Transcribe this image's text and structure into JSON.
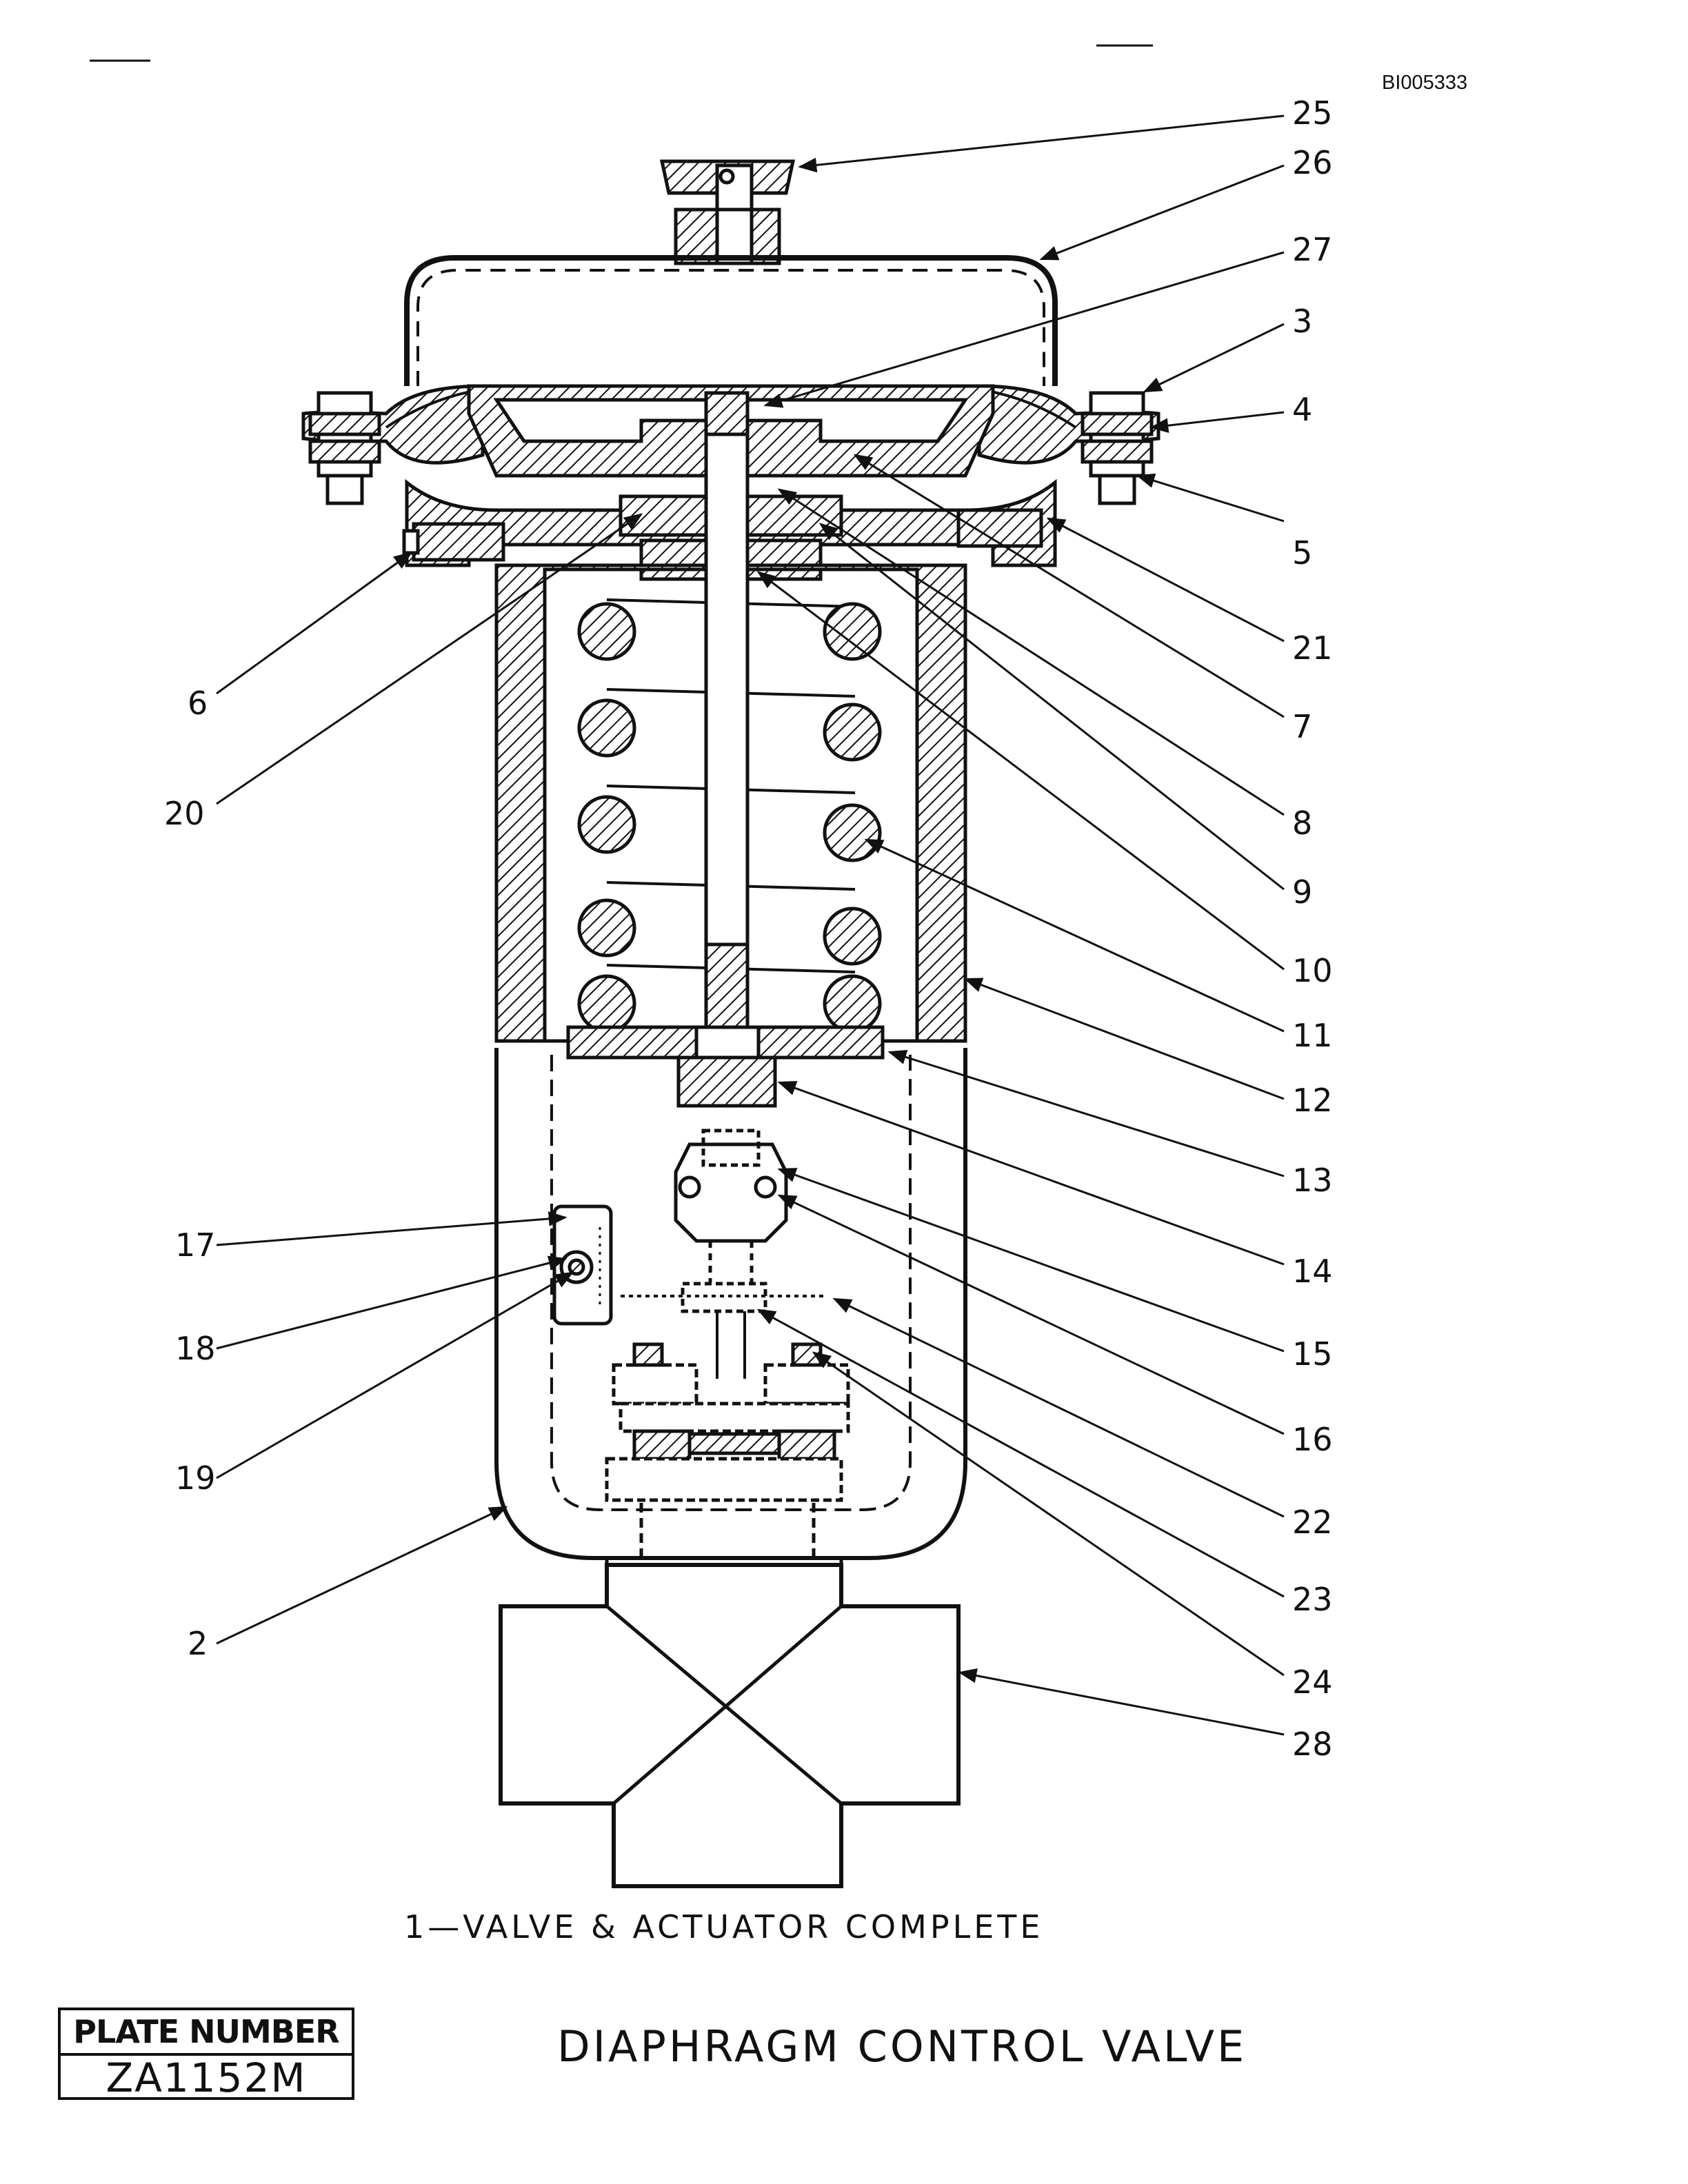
{
  "document_id": "BI005333",
  "callouts": [
    "25",
    "26",
    "27",
    "3",
    "4",
    "5",
    "21",
    "7",
    "8",
    "9",
    "10",
    "11",
    "12",
    "13",
    "14",
    "15",
    "16",
    "22",
    "23",
    "24",
    "28",
    "6",
    "20",
    "17",
    "18",
    "19",
    "2"
  ],
  "assembly_label": "1—VALVE & ACTUATOR COMPLETE",
  "plate": {
    "label": "PLATE NUMBER",
    "value": "ZA1152M"
  },
  "title": "DIAPHRAGM CONTROL VALVE"
}
